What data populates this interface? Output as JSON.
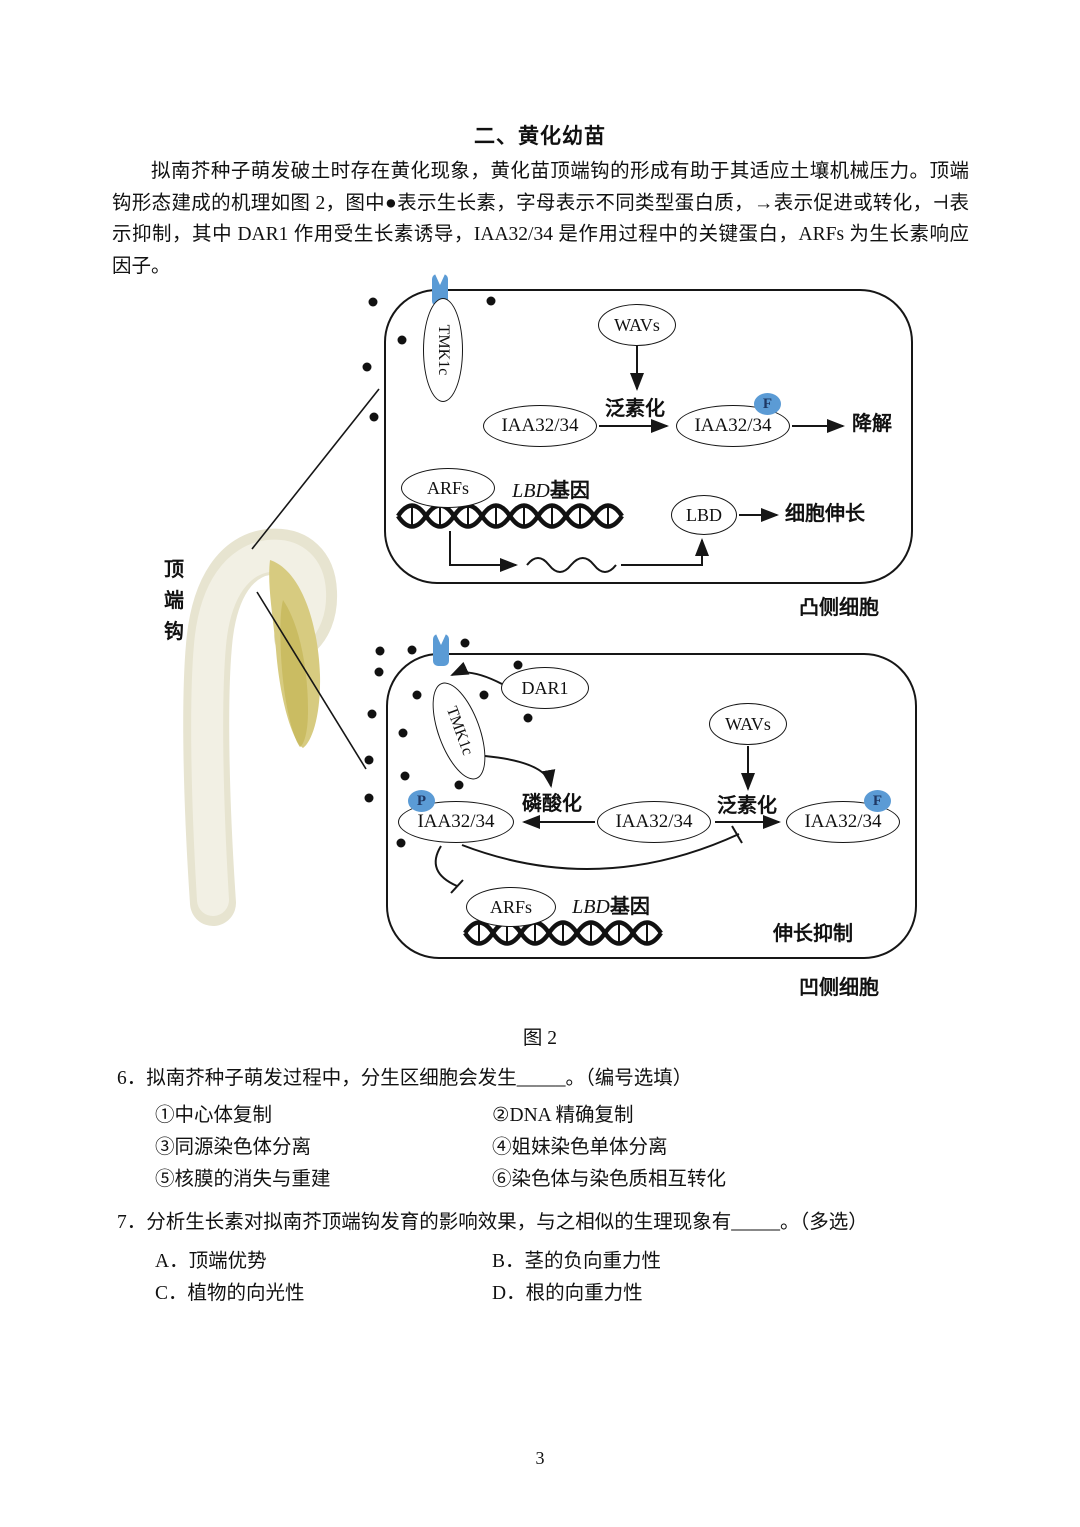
{
  "section": {
    "title": "二、黄化幼苗",
    "paragraph": "拟南芥种子萌发破土时存在黄化现象，黄化苗顶端钩的形成有助于其适应土壤机械压力。顶端钩形态建成的机理如图 2，图中●表示生长素，字母表示不同类型蛋白质，→表示促进或转化，⊣表示抑制，其中 DAR1 作用受生长素诱导，IAA32/34 是作用过程中的关键蛋白，ARFs 为生长素响应因子。"
  },
  "figure": {
    "caption": "图 2",
    "hook_label": "顶端钩",
    "colors": {
      "accent_blue": "#5b9bd5",
      "badge_text": "#1f3864",
      "seedling_pale": "#edeada",
      "cotyledon_yellow": "#d5c97d"
    },
    "top_cell": {
      "label": "凸侧细胞",
      "tmk1c": "TMK1c",
      "wavs": "WAVs",
      "ubiquitination": "泛素化",
      "iaa_left": "IAA32/34",
      "iaa_right": "IAA32/34",
      "f_badge": "F",
      "degradation": "降解",
      "arfs": "ARFs",
      "lbd_gene_name": "LBD",
      "lbd_gene_suffix": "基因",
      "lbd_protein": "LBD",
      "elongation": "细胞伸长"
    },
    "bottom_cell": {
      "label": "凹侧细胞",
      "dar1": "DAR1",
      "tmk1c": "TMK1c",
      "wavs": "WAVs",
      "phosphorylation": "磷酸化",
      "ubiquitination": "泛素化",
      "p_badge": "P",
      "f_badge": "F",
      "iaa_p": "IAA32/34",
      "iaa_mid": "IAA32/34",
      "iaa_f": "IAA32/34",
      "arfs": "ARFs",
      "lbd_gene_name": "LBD",
      "lbd_gene_suffix": "基因",
      "elongation_inhibited": "伸长抑制"
    }
  },
  "questions": [
    {
      "stem": "6．拟南芥种子萌发过程中，分生区细胞会发生_____。（编号选填）",
      "options": [
        "①中心体复制",
        "②DNA 精确复制",
        "③同源染色体分离",
        "④姐妹染色单体分离",
        "⑤核膜的消失与重建",
        "⑥染色体与染色质相互转化"
      ]
    },
    {
      "stem": "7．分析生长素对拟南芥顶端钩发育的影响效果，与之相似的生理现象有_____。（多选）",
      "options": [
        "A．顶端优势",
        "B．茎的负向重力性",
        "C．植物的向光性",
        "D．根的向重力性"
      ]
    }
  ],
  "page_number": "3"
}
